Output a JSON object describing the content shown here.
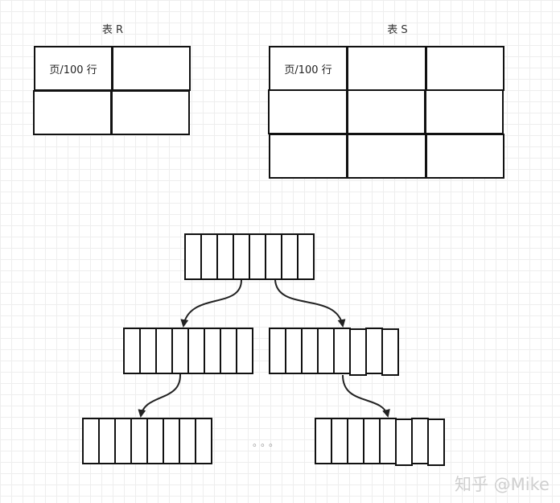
{
  "table_r": {
    "title": "表 R",
    "first_cell": "页/100 行"
  },
  "table_s": {
    "title": "表 S",
    "first_cell": "页/100 行"
  },
  "tree": {
    "ellipsis": "。。。"
  },
  "watermark": "知乎 @Mike"
}
